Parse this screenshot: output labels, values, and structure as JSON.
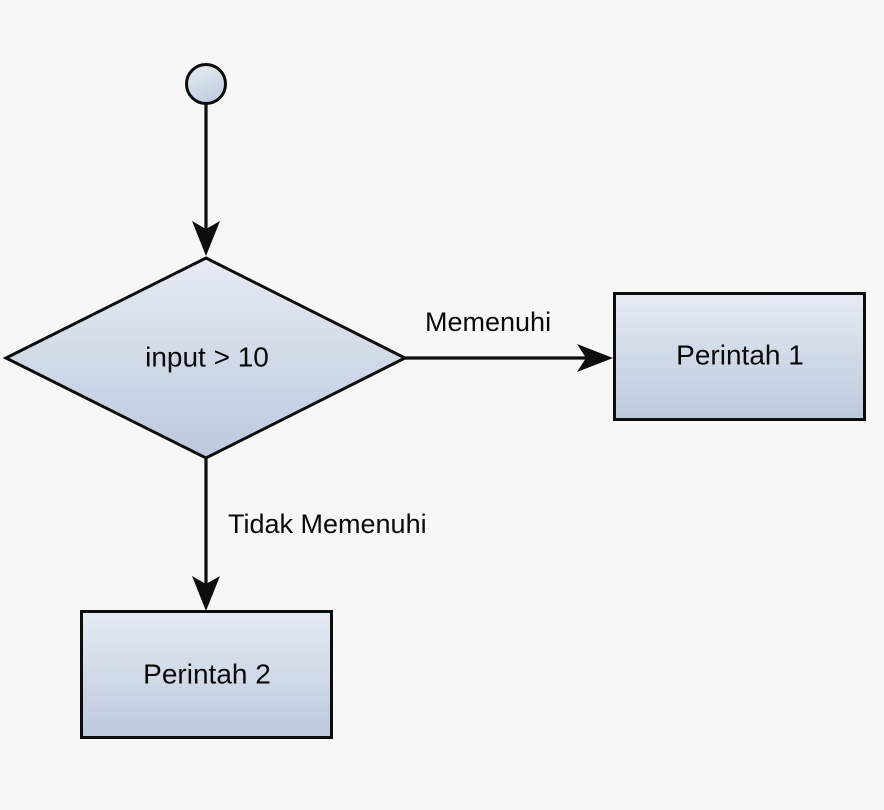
{
  "diagram": {
    "type": "flowchart",
    "title": "",
    "background_color": "#f8f7f8",
    "shape_fill_top": "#e4e9f2",
    "shape_fill_bottom": "#bcc8dd",
    "stroke_color": "#0d0d0d",
    "text_color": "#0a0a0a",
    "nodes": [
      {
        "id": "start",
        "shape": "circle",
        "label": "",
        "name": "start-node"
      },
      {
        "id": "decision",
        "shape": "diamond",
        "label": "input > 10",
        "name": "decision-node"
      },
      {
        "id": "process1",
        "shape": "rectangle",
        "label": "Perintah 1",
        "name": "process-node-perintah-1"
      },
      {
        "id": "process2",
        "shape": "rectangle",
        "label": "Perintah 2",
        "name": "process-node-perintah-2"
      }
    ],
    "edges": [
      {
        "id": "edge-start-decision",
        "from": "start",
        "to": "decision",
        "label": "",
        "direction": "down"
      },
      {
        "id": "edge-decision-process1",
        "from": "decision",
        "to": "process1",
        "label": "Memenuhi",
        "direction": "right"
      },
      {
        "id": "edge-decision-process2",
        "from": "decision",
        "to": "process2",
        "label": "Tidak Memenuhi",
        "direction": "down"
      }
    ]
  }
}
